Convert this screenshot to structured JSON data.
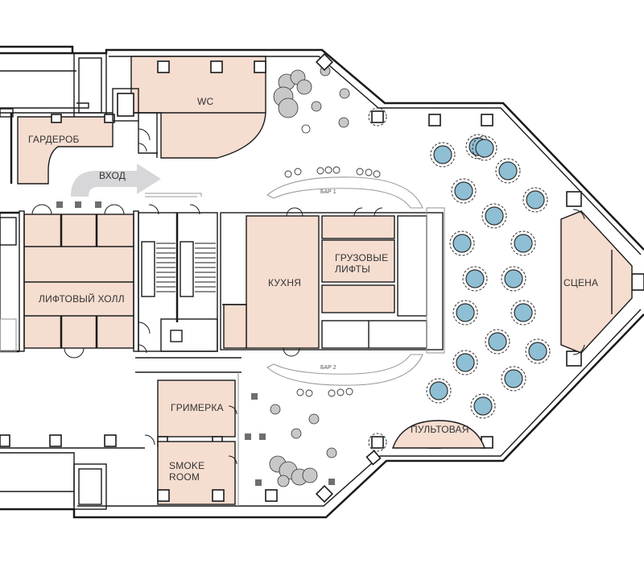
{
  "rooms": {
    "garderob": "ГАРДЕРОБ",
    "wc": "WC",
    "entrance": "ВХОД",
    "lift_hall": "ЛИФТОВЫЙ ХОЛЛ",
    "kitchen": "КУХНЯ",
    "freight_lifts_line1": "ГРУЗОВЫЕ",
    "freight_lifts_line2": "ЛИФТЫ",
    "stage": "СЦЕНА",
    "dressing_room": "ГРИМЕРКА",
    "smoke_room_line1": "SMOKE",
    "smoke_room_line2": "ROOM",
    "control_room": "ПУЛЬТОВАЯ",
    "bar1": "БАР 1",
    "bar2": "БАР 2"
  },
  "colors": {
    "room_fill": "#f5ddd0",
    "table_fill": "#8fbfd4",
    "wall": "#1a1a1a",
    "arrow": "#d7d7da"
  },
  "round_tables_count": 21
}
